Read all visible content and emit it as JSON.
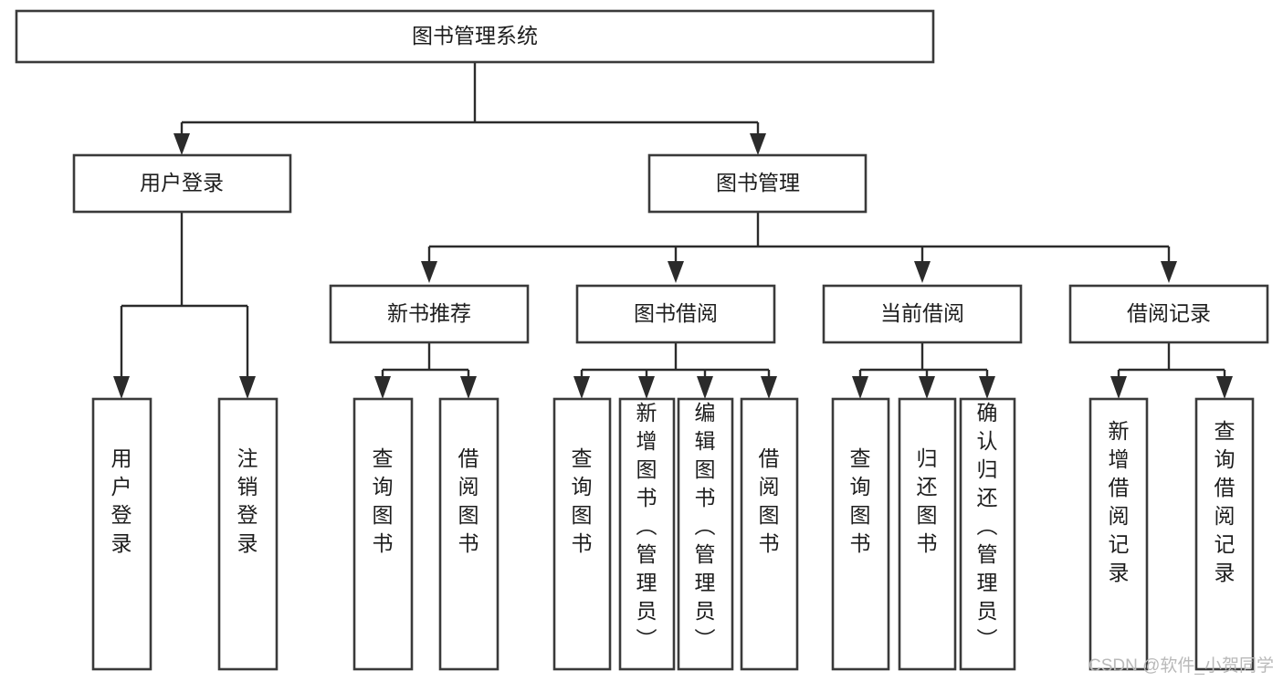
{
  "diagram": {
    "title": "图书管理系统",
    "type": "tree",
    "watermark": "CSDN @软件_小贺同学",
    "colors": {
      "box_stroke": "#3a3a3a",
      "connector": "#2b2b2b",
      "box_fill": "#ffffff",
      "text": "#1d1d1d",
      "watermark": "#b9b9b9",
      "background": "#ffffff"
    },
    "root": {
      "label": "图书管理系统"
    },
    "level2": [
      {
        "label": "用户登录"
      },
      {
        "label": "图书管理"
      }
    ],
    "level3": [
      {
        "label": "新书推荐"
      },
      {
        "label": "图书借阅"
      },
      {
        "label": "当前借阅"
      },
      {
        "label": "借阅记录"
      }
    ],
    "leaves": {
      "user_login": [
        {
          "label": "用户登录"
        },
        {
          "label": "注销登录"
        }
      ],
      "new_book_recommend": [
        {
          "label": "查询图书"
        },
        {
          "label": "借阅图书"
        }
      ],
      "book_borrow": [
        {
          "label": "查询图书"
        },
        {
          "label": "新增图书（管理员）"
        },
        {
          "label": "编辑图书（管理员）"
        },
        {
          "label": "借阅图书"
        }
      ],
      "current_borrow": [
        {
          "label": "查询图书"
        },
        {
          "label": "归还图书"
        },
        {
          "label": "确认归还（管理员）"
        }
      ],
      "borrow_record": [
        {
          "label": "新增借阅记录"
        },
        {
          "label": "查询借阅记录"
        }
      ]
    }
  }
}
